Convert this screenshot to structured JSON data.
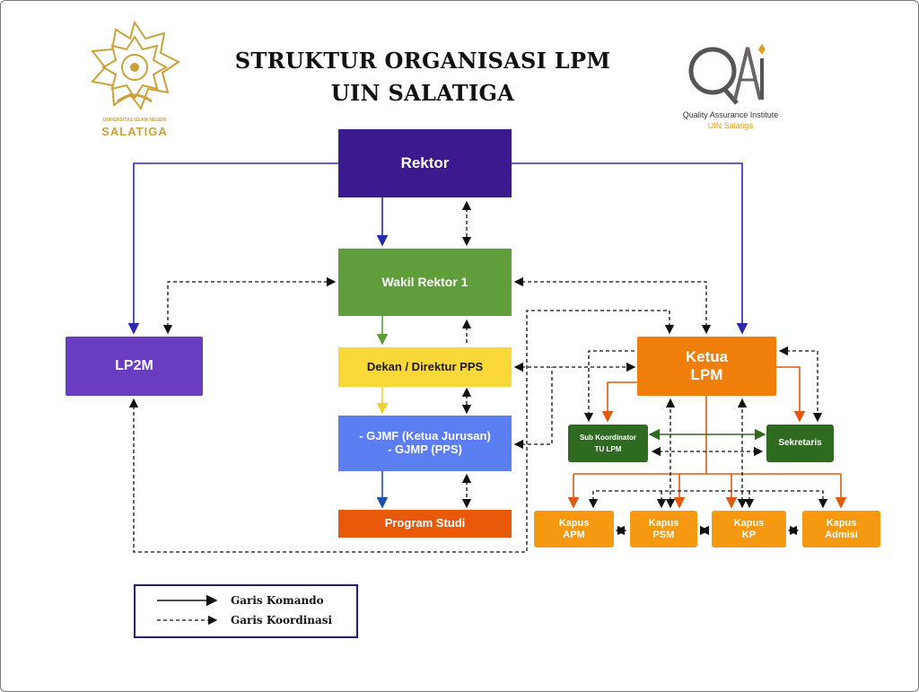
{
  "title": {
    "line1": "STRUKTUR ORGANISASI LPM",
    "line2": "UIN SALATIGA"
  },
  "logo_left": {
    "university": "UNIVERSITAS ISLAM NEGERI",
    "city": "SALATIGA",
    "color": "#c9a23a"
  },
  "logo_right": {
    "line1": "Quality Assurance Institute",
    "line2": "UIN Salatiga"
  },
  "nodes": {
    "rektor": "Rektor",
    "wakil_rektor": "Wakil Rektor 1",
    "dekan": "Dekan / Direktur PPS",
    "gjmf_line1": "- GJMF (Ketua Jurusan)",
    "gjmf_line2": "- GJMP (PPS)",
    "prodi": "Program Studi",
    "lp2m": "LP2M",
    "ketua_line1": "Ketua",
    "ketua_line2": "LPM",
    "subkoor_line1": "Sub Koordinator",
    "subkoor_line2": "TU LPM",
    "sekretaris": "Sekretaris",
    "kapus_apm": [
      "Kapus",
      "APM"
    ],
    "kapus_psm": [
      "Kapus",
      "PSM"
    ],
    "kapus_kp": [
      "Kapus",
      "KP"
    ],
    "kapus_admisi": [
      "Kapus",
      "Admisi"
    ]
  },
  "legend": {
    "komando": "Garis Komando",
    "koordinasi": "Garis Koordinasi"
  },
  "colors": {
    "rektor": "#3a1a8c",
    "wakil": "#5f9e3a",
    "dekan": "#f9d838",
    "gjmf": "#5b7ef2",
    "prodi": "#e85a0a",
    "lp2m": "#6a3cc0",
    "ketua": "#f07e0a",
    "green_dark": "#2e6b20",
    "kapus": "#f59a10"
  }
}
